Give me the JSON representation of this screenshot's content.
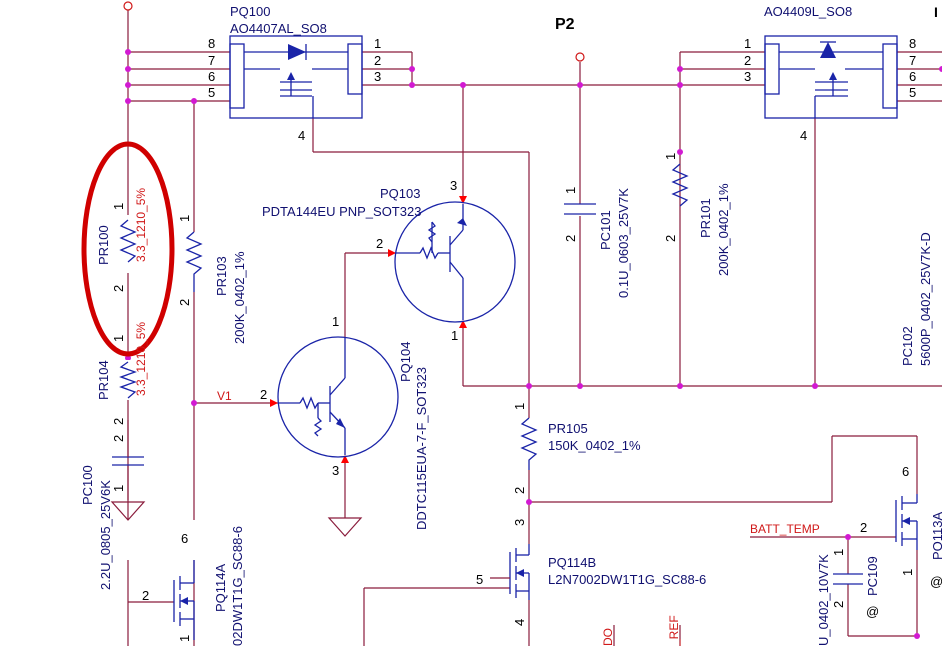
{
  "page_label": "P2",
  "clipped_corner_label": "I",
  "colors": {
    "wire": "#8a1c3c",
    "component": "#1a24a8",
    "junction": "#d21ad2",
    "highlight": "#d00000",
    "net_label": "#d01818"
  },
  "components": {
    "pq100": {
      "ref": "PQ100",
      "part": "AO4407AL_SO8",
      "pins_left": [
        "8",
        "7",
        "6",
        "5"
      ],
      "pins_right": [
        "1",
        "2",
        "3"
      ],
      "gate_pin": "4"
    },
    "pq_right": {
      "part": "AO4409L_SO8",
      "pins_left": [
        "1",
        "2",
        "3"
      ],
      "pins_right": [
        "8",
        "7",
        "6",
        "5"
      ],
      "gate_pin": "4"
    },
    "pq103": {
      "ref": "PQ103",
      "part": "PDTA144EU PNP_SOT323",
      "pin_c": "3",
      "pin_b": "2",
      "pin_e": "1"
    },
    "pq104": {
      "ref": "PQ104",
      "part": "DDTC115EUA-7-F_SOT323",
      "pin_c": "1",
      "pin_b": "2",
      "pin_e": "3"
    },
    "pr100": {
      "ref": "PR100",
      "value": "3.3_1210_5%",
      "pin1": "1",
      "pin2": "2"
    },
    "pr104": {
      "ref": "PR104",
      "value": "3.3_1210_5%",
      "pin1": "1",
      "pin2": "2"
    },
    "pr103": {
      "ref": "PR103",
      "value": "200K_0402_1%",
      "pin1": "1",
      "pin2": "2"
    },
    "pr101": {
      "ref": "PR101",
      "value": "200K_0402_1%",
      "pin1": "1",
      "pin2": "2"
    },
    "pr105": {
      "ref": "PR105",
      "value": "150K_0402_1%",
      "pin1": "1",
      "pin2": "2"
    },
    "pc100": {
      "ref": "PC100",
      "value": "2.2U_0805_25V6K",
      "pin1": "1",
      "pin2": "2"
    },
    "pc101": {
      "ref": "PC101",
      "value": "0.1U_0603_25V7K",
      "pin1": "1",
      "pin2": "2"
    },
    "pc102": {
      "ref": "PC102",
      "value": "5600P_0402_25V7K-D"
    },
    "pc109": {
      "ref": "PC109",
      "value": "U_0402_10V7K",
      "pin1": "1",
      "pin2": "2",
      "marker": "@"
    },
    "pq114a": {
      "ref": "PQ114A",
      "part": "02DW1T1G_SC88-6",
      "pin_d": "6",
      "pin_g": "2",
      "pin_s": "1"
    },
    "pq114b": {
      "ref": "PQ114B",
      "part": "L2N7002DW1T1G_SC88-6",
      "pin_d": "3",
      "pin_g": "5",
      "pin_s": "4"
    },
    "pq113a": {
      "ref": "PQ113A",
      "pin_d": "6",
      "pin_g": "2",
      "pin_s": "1",
      "marker": "@"
    }
  },
  "nets": {
    "v1": "V1",
    "batt_temp": "BATT_TEMP",
    "clip_a": "DO",
    "clip_b": "_REF"
  }
}
